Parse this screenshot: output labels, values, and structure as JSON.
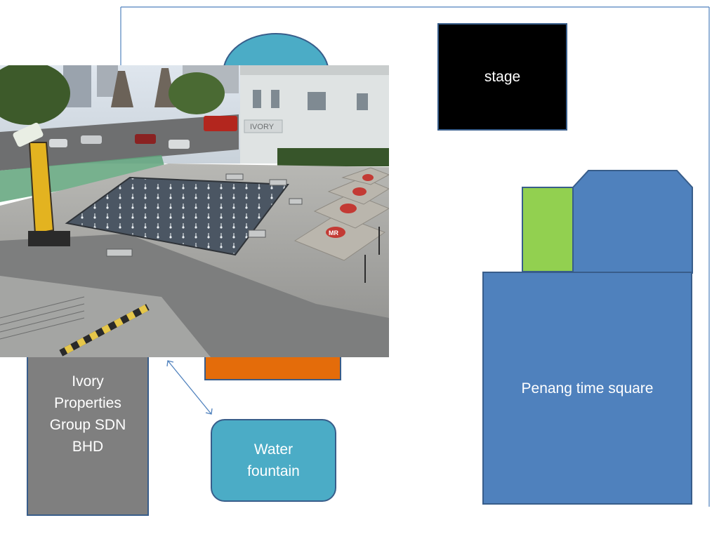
{
  "diagram": {
    "stage_label": "stage",
    "building_label": "Ivory Properties Group SDN BHD",
    "fountain_label": "Water fountain",
    "mall_label": "Penang time square",
    "photo_signage": {
      "building_sign": "IVORY",
      "umbrella_logo": "MR"
    }
  },
  "colors": {
    "frame_line": "#4f81bd",
    "stage_fill": "#000000",
    "building_fill": "#7f7f7f",
    "fountain_fill": "#4bacc6",
    "mall_fill": "#4f81bd",
    "green_fill": "#92d050",
    "orange_fill": "#e46c0a",
    "shape_outline": "#385d8a"
  }
}
